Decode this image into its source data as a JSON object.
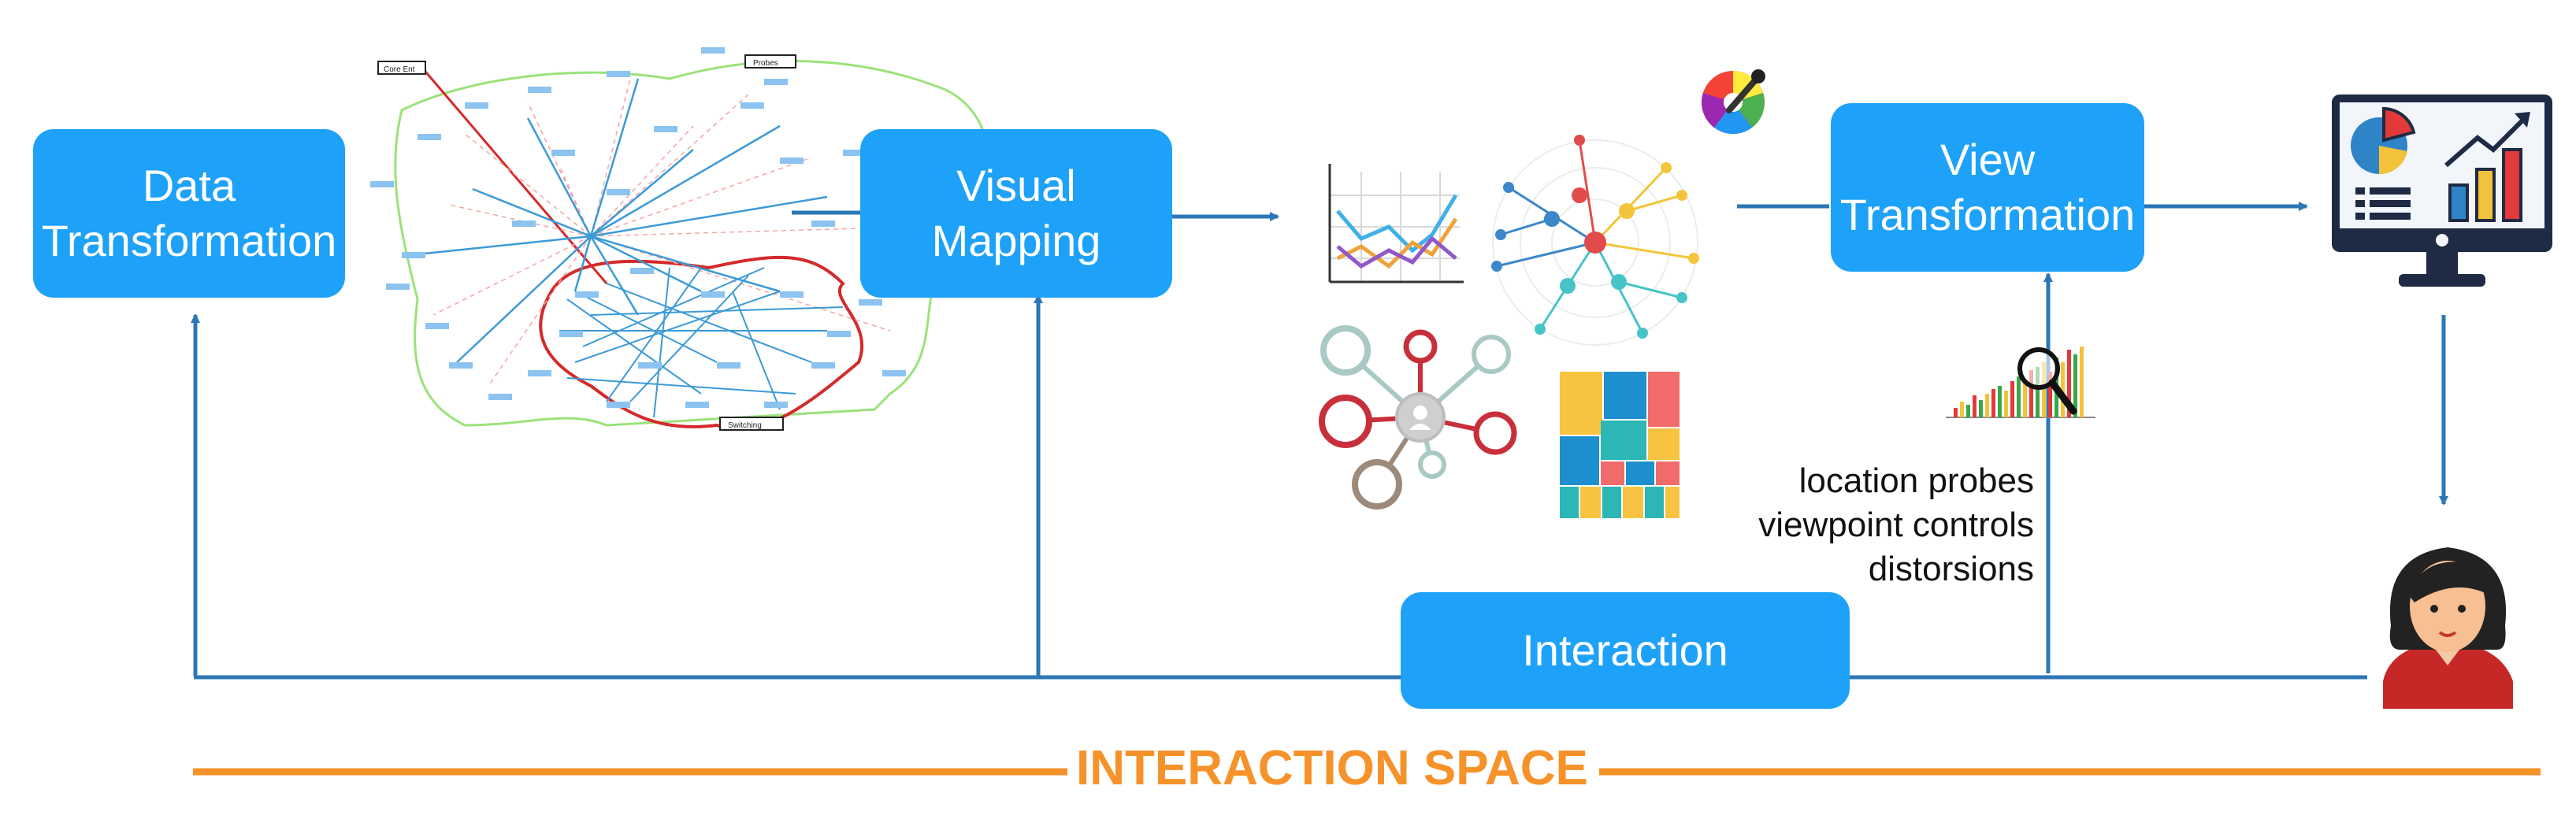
{
  "boxes": {
    "data_transformation": "Data\nTransformation",
    "visual_mapping": "Visual\nMapping",
    "view_transformation": "View\nTransformation",
    "interaction": "Interaction"
  },
  "view_notes": [
    "location probes",
    "viewpoint controls",
    "distorsions"
  ],
  "interaction_space": "INTERACTION SPACE",
  "graph_labels": [
    "Core Ent",
    "Probes",
    "Switching"
  ],
  "colors": {
    "box_blue": "#1ea1f8",
    "arrow_blue": "#2b77b6",
    "interaction_space_orange": "#f6922a",
    "graph_green": "#9be27b",
    "graph_red": "#d42a2a"
  },
  "icons": [
    "network-graph-icon",
    "line-chart-icon",
    "radial-network-icon",
    "color-picker-icon",
    "mind-map-icon",
    "treemap-icon",
    "magnifier-chart-icon",
    "monitor-dashboard-icon",
    "user-avatar-icon"
  ]
}
